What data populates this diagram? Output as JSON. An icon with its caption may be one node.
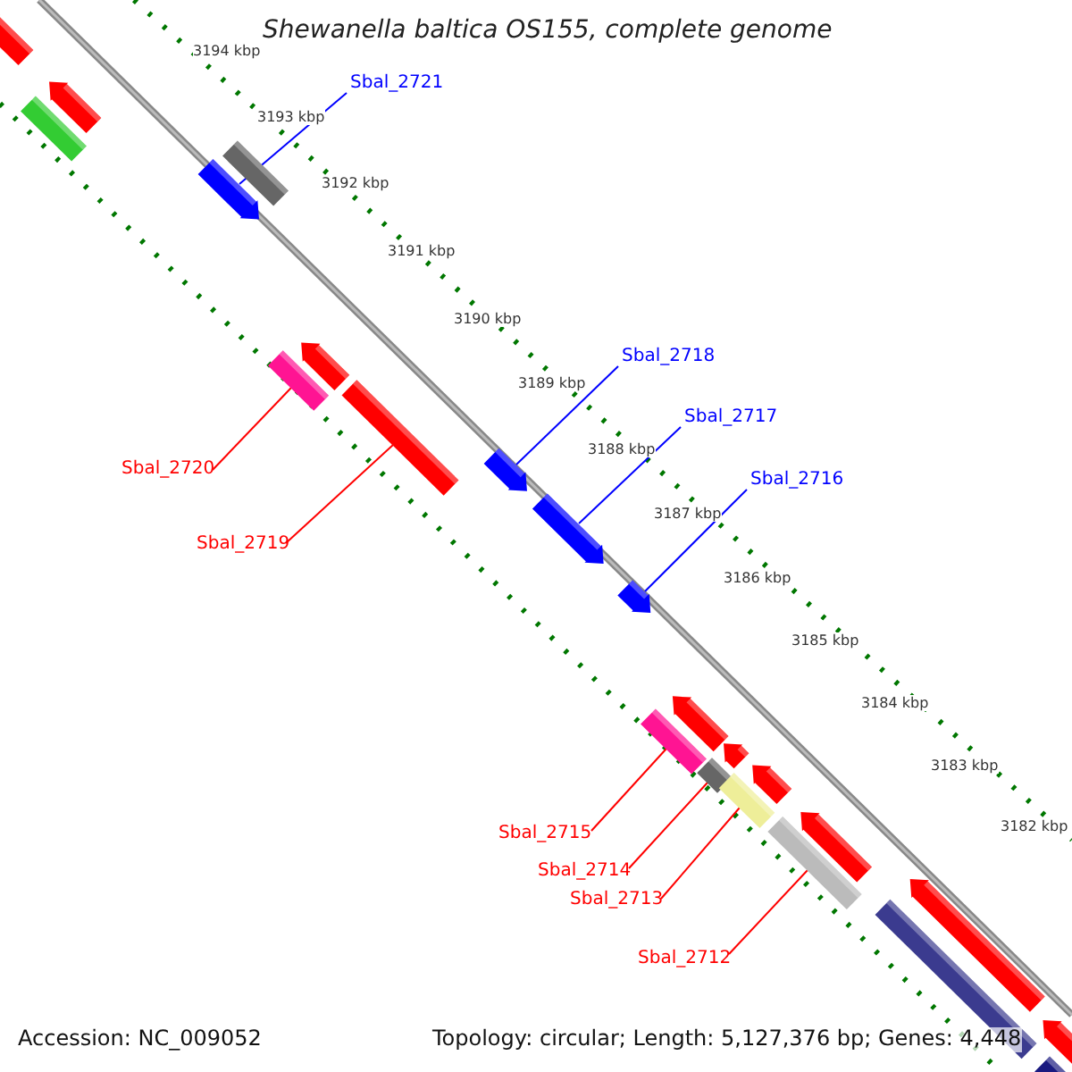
{
  "diagram": {
    "title": "Shewanella baltica OS155, complete genome",
    "nodes": [
      {
        "text": [
          "Sbal_2721"
        ]
      },
      {
        "text": [],
        "shape": "bar"
      },
      {
        "text": [
          "Sbal_2718"
        ]
      },
      {
        "text": [],
        "shape": "bar"
      },
      {
        "text": [
          "Sbal_2717"
        ]
      },
      {
        "text": [],
        "shape": "bar"
      },
      {
        "text": [
          "Sbal_2720"
        ]
      },
      {
        "text": [],
        "shape": "bar"
      },
      {
        "text": [
          "Sbal_2716"
        ]
      },
      {
        "text": [],
        "shape": "bar"
      },
      {
        "text": [
          "Sbal_2719"
        ]
      },
      {
        "text": [],
        "shape": "bar"
      },
      {
        "text": [
          "Sbal_2715"
        ]
      },
      {
        "text": [],
        "shape": "bar"
      },
      {
        "text": [
          "Sbal_2714"
        ]
      },
      {
        "text": [],
        "shape": "bar"
      },
      {
        "text": [
          "Sbal_2713"
        ]
      },
      {
        "text": [],
        "shape": "bar"
      },
      {
        "text": [
          "Sbal_2712"
        ]
      },
      {
        "text": [],
        "shape": "bar"
      },
      {
        "text": [],
        "shape": "bar"
      },
      {
        "text": [],
        "shape": "bar"
      },
      {
        "text": [],
        "shape": "bar"
      },
      {
        "text": [],
        "shape": "bar"
      },
      {
        "text": [],
        "shape": "bar"
      },
      {
        "text": [],
        "shape": "bar"
      },
      {
        "text": [],
        "shape": "bar"
      },
      {
        "text": [],
        "shape": "bar"
      },
      {
        "text": [],
        "shape": "bar"
      },
      {
        "text": [],
        "shape": "bar"
      },
      {
        "text": [],
        "shape": "bar"
      },
      {
        "text": [],
        "shape": "bar"
      },
      {
        "text": [],
        "shape": "bar"
      }
    ],
    "edges": [
      {
        "from": 0,
        "to": 1,
        "arrow": "none",
        "color": "#0000ff"
      },
      {
        "from": 2,
        "to": 3,
        "arrow": "none",
        "color": "#0000ff"
      },
      {
        "from": 4,
        "to": 5,
        "arrow": "none",
        "color": "#0000ff"
      },
      {
        "from": 6,
        "to": 7,
        "arrow": "none"
      },
      {
        "from": 8,
        "to": 9,
        "arrow": "none",
        "color": "#0000ff"
      },
      {
        "from": 10,
        "to": 11,
        "arrow": "none"
      },
      {
        "from": 12,
        "to": 13,
        "arrow": "none"
      },
      {
        "from": 14,
        "to": 15,
        "arrow": "none"
      },
      {
        "from": 16,
        "to": 17,
        "arrow": "none"
      },
      {
        "from": 18,
        "to": 19,
        "arrow": "none"
      }
    ],
    "labels": [
      "3194 kbp",
      "3193 kbp",
      "3192 kbp",
      "3191 kbp",
      "3190 kbp",
      "3189 kbp",
      "3188 kbp",
      "3187 kbp",
      "3186 kbp",
      "3185 kbp",
      "3184 kbp",
      "3183 kbp",
      "3182 kbp",
      "Accession: NC_009052",
      "Topology: circular; Length: 5,127,376 bp; Genes: 4,448"
    ]
  }
}
